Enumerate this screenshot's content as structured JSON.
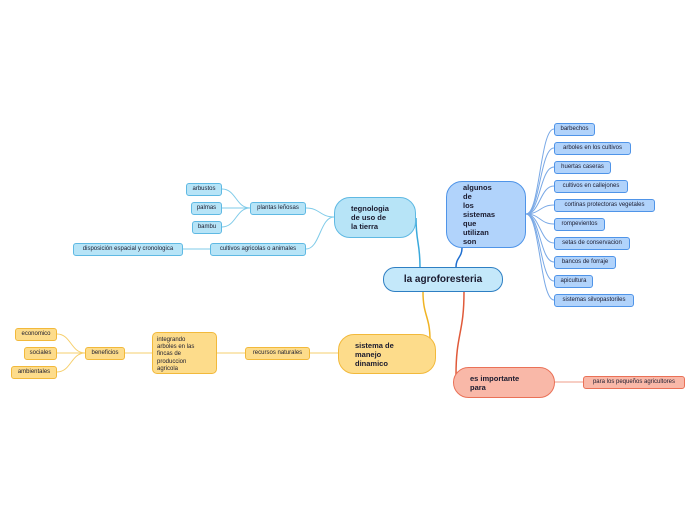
{
  "center": "la agroforesteria",
  "branches": {
    "tecnologia": {
      "label": "tegnologia\nde uso de\nla tierra",
      "color": "#3aa9dc"
    },
    "algunos": {
      "label": "algunos\nde\nlos\nsistemas\nque\nutilizan\nson",
      "color": "#1f6fd0"
    },
    "sistema": {
      "label": "sistema de\nmanejo\ndinamico",
      "color": "#f0b323"
    },
    "importante": {
      "label": "es importante\npara",
      "color": "#e05a3a"
    }
  },
  "tecnologia_children": {
    "plantas": "plantas leñosas",
    "cultivos": "cultivos agricolas o animales",
    "plantas_children": [
      "arbustos",
      "palmas",
      "bambu"
    ],
    "disposicion": "disposición espacial y cronologica"
  },
  "algunos_children": [
    "barbechos",
    "arboles en los cultivos",
    "huertas caseras",
    "cultivos en callejones",
    "cortinas protectoras vegetales",
    "rompevientos",
    "setas de conservacion",
    "bancos de forraje",
    "apicultura",
    "sistemas silvopastoriles"
  ],
  "sistema_children": {
    "recursos": "recursos naturales",
    "integrando": "integrando\narboles en las\nfincas de\nproduccion\nagricola",
    "beneficios": "beneficios",
    "beneficios_children": [
      "economico",
      "sociales",
      "ambientales"
    ]
  },
  "importante_children": [
    "para los pequeños agricultores"
  ]
}
